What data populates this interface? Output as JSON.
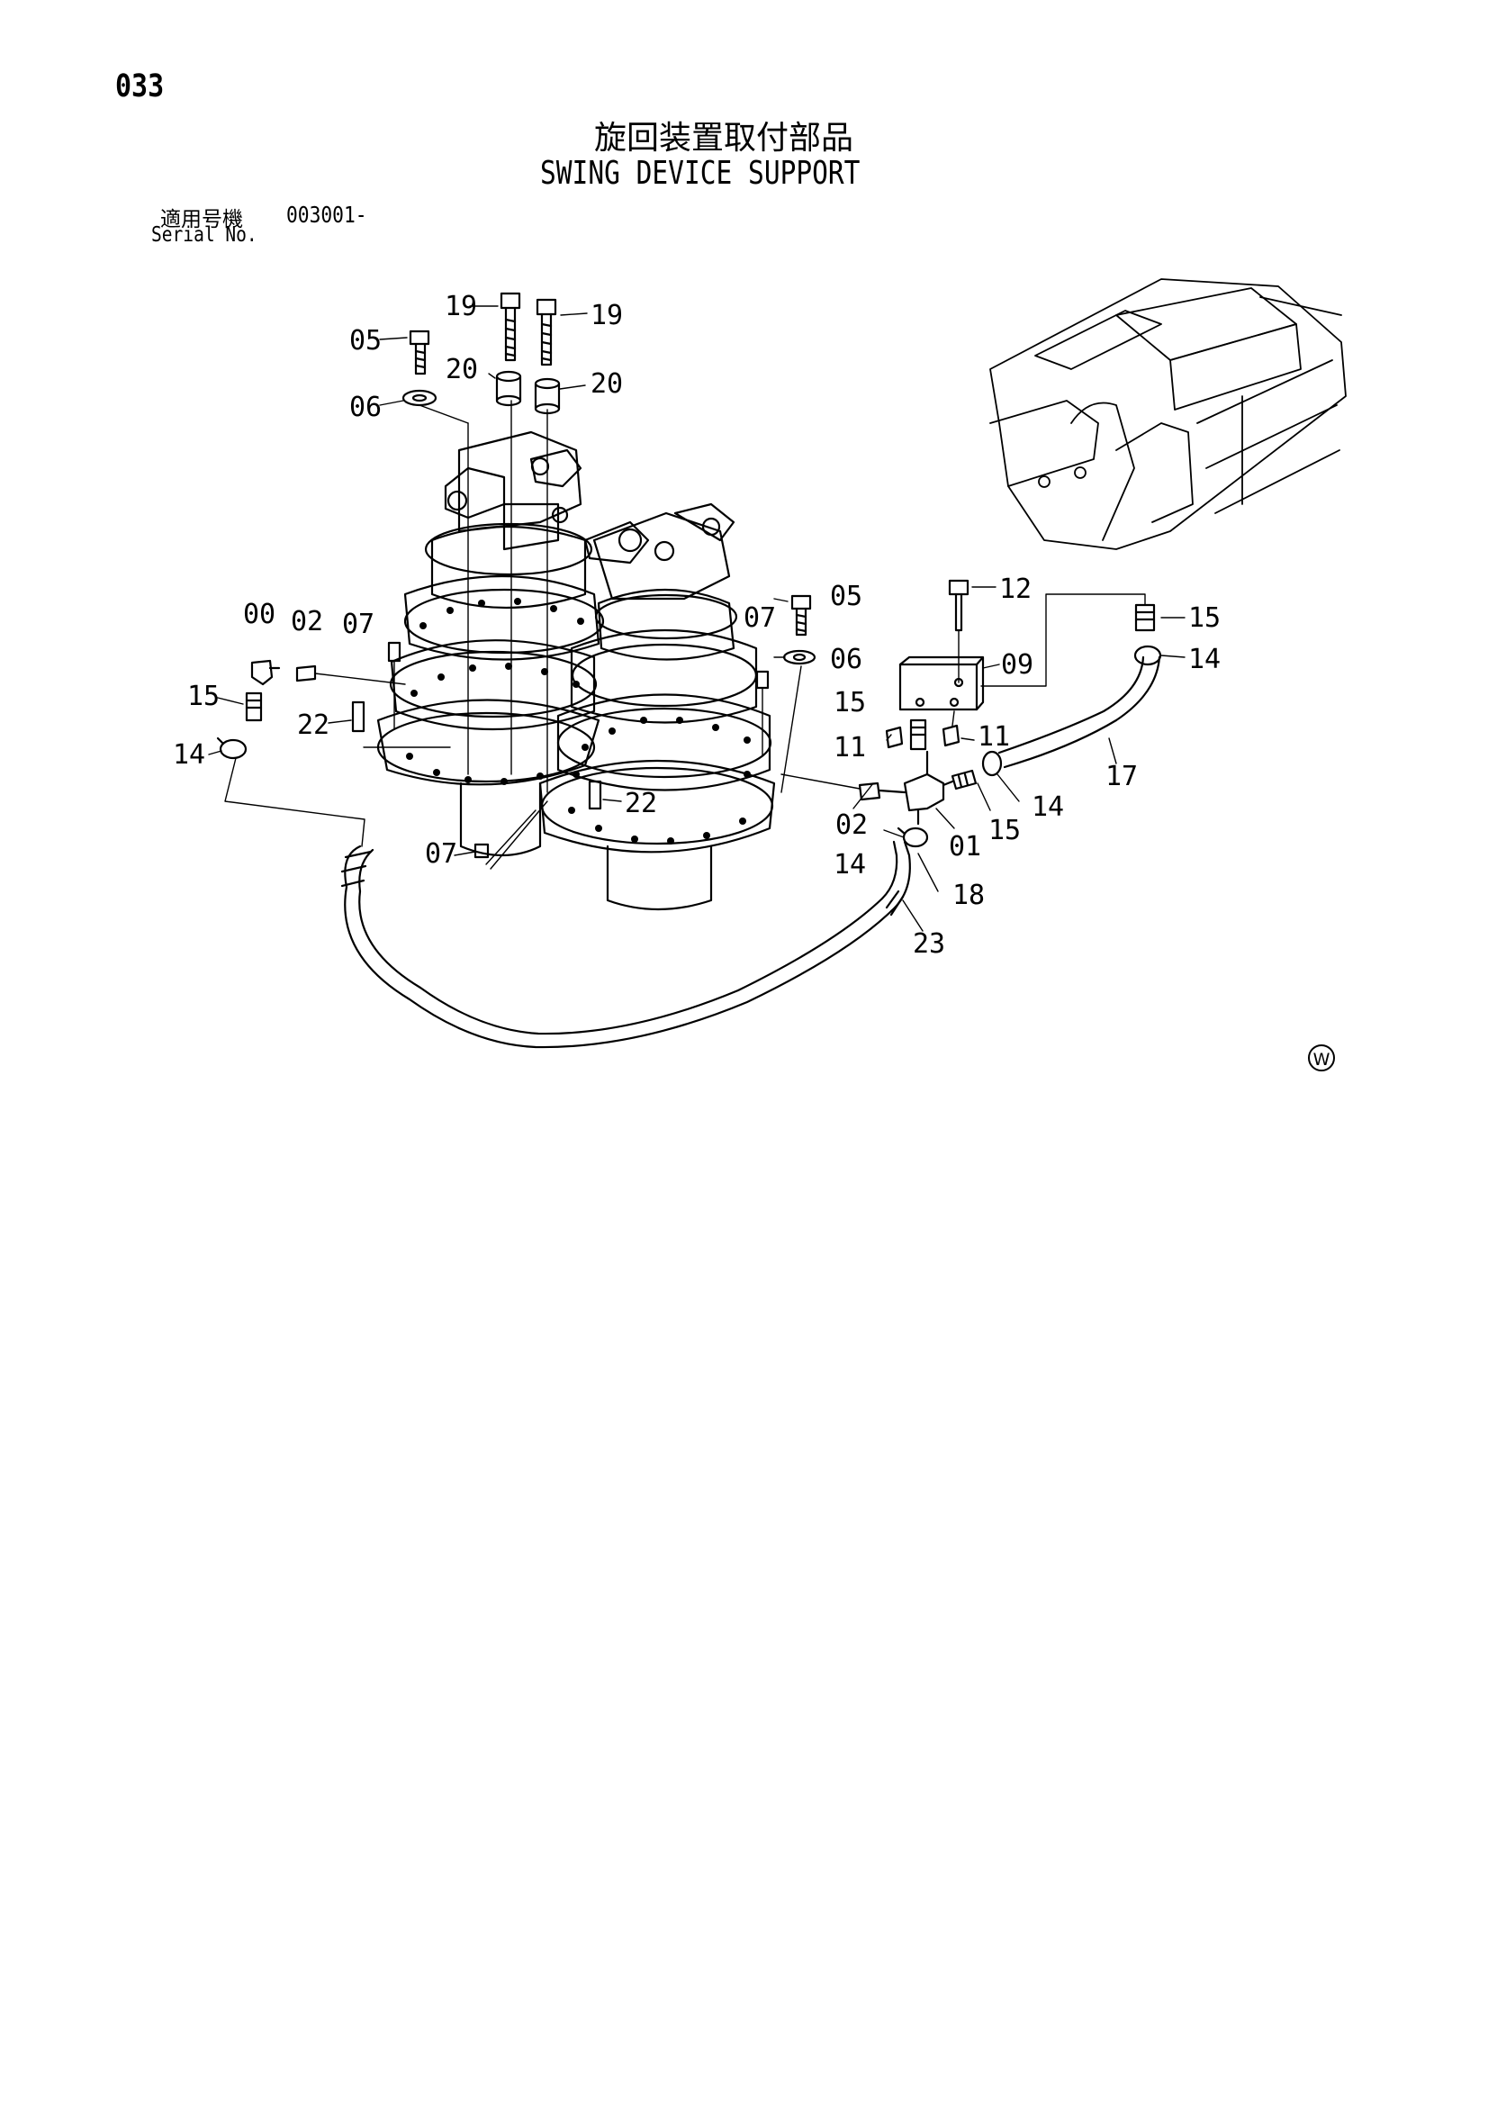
{
  "page_number": "033",
  "title_jp": "旋回装置取付部品",
  "title_en": "SWING DEVICE SUPPORT",
  "serial": {
    "label_jp": "適用号機",
    "label_en": "Serial No.",
    "value": "003001-"
  },
  "callouts": {
    "c19a": "19",
    "c19b": "19",
    "c05a": "05",
    "c20a": "20",
    "c20b": "20",
    "c06a": "06",
    "c00": "00",
    "c02a": "02",
    "c07a": "07",
    "c15a": "15",
    "c22a": "22",
    "c14a": "14",
    "c07b": "07",
    "c05b": "05",
    "c06b": "06",
    "c12": "12",
    "c09": "09",
    "c15b": "15",
    "c11a": "11",
    "c11b": "11",
    "c15c": "15",
    "c14b": "14",
    "c17": "17",
    "c22b": "22",
    "c07c": "07",
    "c02b": "02",
    "c01": "01",
    "c15d": "15",
    "c14c": "14",
    "c14d": "14",
    "c18": "18",
    "c23": "23"
  },
  "edition_mark": "W"
}
